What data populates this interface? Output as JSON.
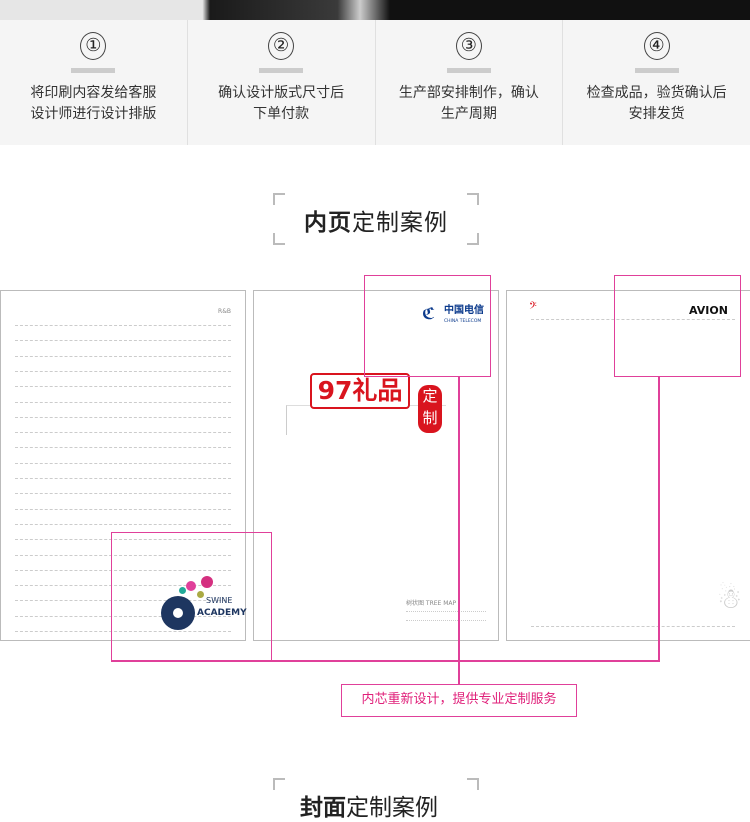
{
  "steps": [
    {
      "num": "①",
      "text1": "将印刷内容发给客服",
      "text2": "设计师进行设计排版"
    },
    {
      "num": "②",
      "text1": "确认设计版式尺寸后",
      "text2": "下单付款"
    },
    {
      "num": "③",
      "text1": "生产部安排制作，确认",
      "text2": "生产周期"
    },
    {
      "num": "④",
      "text1": "检查成品，验货确认后",
      "text2": "安排发货"
    }
  ],
  "section_title": {
    "bold": "内页",
    "rest": "定制案例"
  },
  "pages": {
    "left": {
      "header": "R&B",
      "logo_line1": "SWINE",
      "logo_line2": "ACADEMY"
    },
    "middle": {
      "logo_cn": "中国电信",
      "logo_en": "CHINA TELECOM",
      "watermark": "97礼品",
      "seal1": "定",
      "seal2": "制",
      "caption": "树状图 TREE MAP"
    },
    "right": {
      "logo": "AVION"
    }
  },
  "callout": "内芯重新设计，提供专业定制服务",
  "next_section_title": {
    "bold": "封面",
    "rest": "定制案例"
  },
  "colors": {
    "accent": "#e0409a",
    "watermark": "#d9141e",
    "telecom": "#0b3a8c"
  }
}
